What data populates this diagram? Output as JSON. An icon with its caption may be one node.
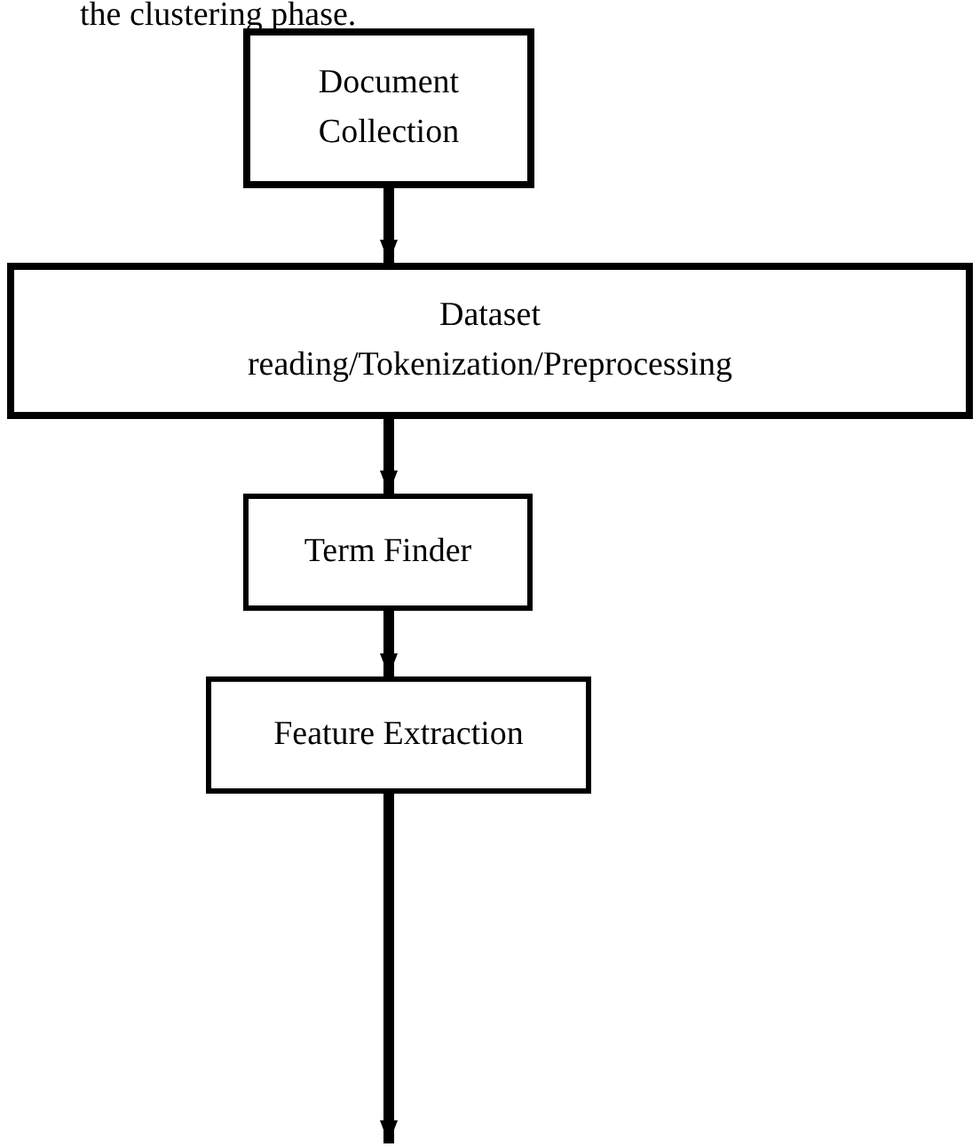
{
  "diagram": {
    "nodes": [
      {
        "text": [
          "Document Collection"
        ]
      },
      {
        "text": [
          "Dataset reading/Tokenization/Preprocessing"
        ]
      },
      {
        "text": [
          "Term Finder"
        ]
      },
      {
        "text": [
          "Feature Extraction"
        ]
      }
    ],
    "edges": [
      {
        "from": 0,
        "to": 1,
        "arrow": "to"
      },
      {
        "from": 1,
        "to": 2,
        "arrow": "to"
      },
      {
        "from": 2,
        "to": 3,
        "arrow": "to"
      },
      {
        "from": 3,
        "to": null,
        "arrow": "to"
      }
    ],
    "labels": [
      "the clustering phase."
    ]
  }
}
